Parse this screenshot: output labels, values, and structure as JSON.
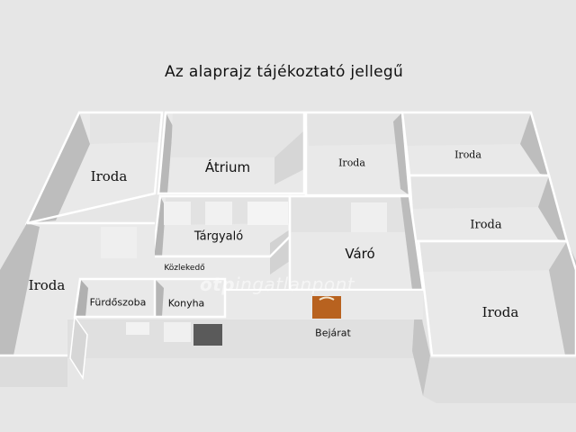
{
  "title": "Az alaprajz tájékoztató jellegű",
  "watermark": {
    "brand": "otp",
    "suffix": "ingatlanpont"
  },
  "colors": {
    "background": "#e6e6e6",
    "floor": "#e9e9e9",
    "wall_top": "#ffffff",
    "wall_side": "#bdbdbd",
    "wall_side_dark": "#a9a9a9",
    "door": "#b8621f",
    "dark_door": "#5a5a5a"
  },
  "rooms": [
    {
      "id": "iroda-top-left",
      "label": "Iroda"
    },
    {
      "id": "atrium",
      "label": "Átrium"
    },
    {
      "id": "iroda-top-middle",
      "label": "Iroda"
    },
    {
      "id": "iroda-top-right",
      "label": "Iroda"
    },
    {
      "id": "iroda-right-middle",
      "label": "Iroda"
    },
    {
      "id": "targyalo",
      "label": "Tárgyaló"
    },
    {
      "id": "varo",
      "label": "Váró"
    },
    {
      "id": "kozlekedo",
      "label": "Közlekedő"
    },
    {
      "id": "iroda-left",
      "label": "Iroda"
    },
    {
      "id": "furdoszoba",
      "label": "Fürdőszoba"
    },
    {
      "id": "konyha",
      "label": "Konyha"
    },
    {
      "id": "bejarat",
      "label": "Bejárat"
    },
    {
      "id": "iroda-bottom-right",
      "label": "Iroda"
    }
  ]
}
